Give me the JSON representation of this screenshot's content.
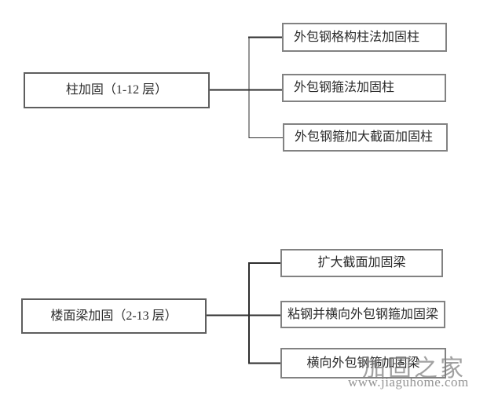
{
  "diagram": {
    "sections": [
      {
        "parent": {
          "label": "柱加固（1-12 层）"
        },
        "children": [
          {
            "label": "外包钢格构柱法加固柱"
          },
          {
            "label": "外包钢箍法加固柱"
          },
          {
            "label": "外包钢箍加大截面加固柱"
          }
        ]
      },
      {
        "parent": {
          "label": "楼面梁加固（2-13 层）"
        },
        "children": [
          {
            "label": "扩大截面加固梁"
          },
          {
            "label": "粘钢并横向外包钢箍加固梁"
          },
          {
            "label": "横向外包钢箍加固梁"
          }
        ]
      }
    ]
  },
  "watermark": {
    "brand": "加固之家",
    "url": "www.jiaguhome.com"
  },
  "colors": {
    "background": "#ffffff",
    "parent_border": "#5e5e5e",
    "child_border": "#828282",
    "connector": "#2e2e2e",
    "text": "#2b2b2b",
    "watermark": "#7d7d7d"
  }
}
